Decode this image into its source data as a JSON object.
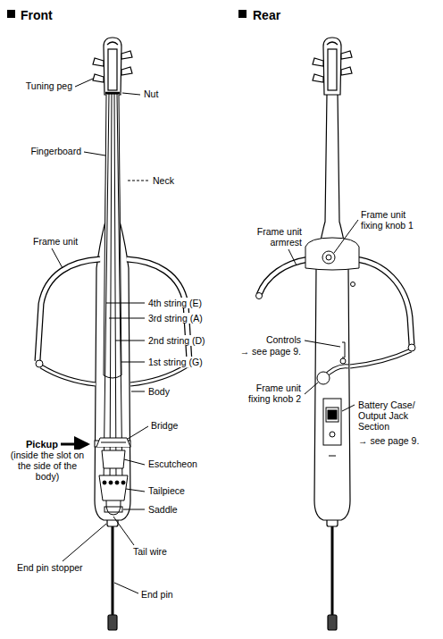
{
  "diagram": {
    "labels": [
      "Front",
      "Rear",
      "Tuning peg",
      "Nut",
      "Fingerboard",
      "Neck",
      "Frame unit",
      "4th string (E)",
      "3rd string (A)",
      "2nd string (D)",
      "1st string (G)",
      "Body",
      "Bridge",
      "Pickup",
      "(inside the slot on the side of the body)",
      "Escutcheon",
      "Tailpiece",
      "Saddle",
      "Tail wire",
      "End pin stopper",
      "End pin",
      "Frame unit armrest",
      "Frame unit fixing knob 1",
      "Controls",
      "→ see page 9.",
      "Frame unit fixing knob 2",
      "Battery Case/ Output Jack Section",
      "→ see page 9."
    ]
  }
}
